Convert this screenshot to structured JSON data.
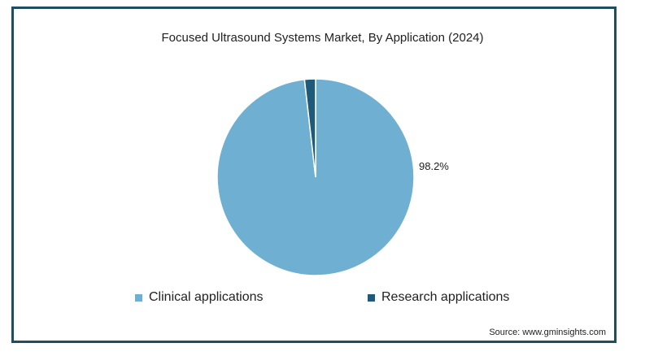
{
  "chart_data": {
    "type": "pie",
    "title": "Focused Ultrasound Systems Market, By Application (2024)",
    "slices": [
      {
        "label": "Clinical applications",
        "value": 98.2,
        "data_label": "98.2%",
        "color": "#6fb0d2"
      },
      {
        "label": "Research applications",
        "value": 1.8,
        "data_label": "",
        "color": "#1f5a78"
      }
    ],
    "legend_position": "bottom",
    "source": "Source: www.gminsights.com"
  }
}
